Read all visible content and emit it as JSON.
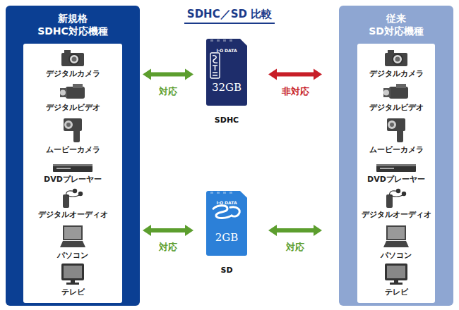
{
  "diagram": {
    "title": "SDHC／SD 比較",
    "nodes": [
      {
        "text": [
          "新規格 SDHC対応機種"
        ]
      },
      {
        "text": [
          "デジタルカメラ"
        ],
        "in": 0
      },
      {
        "text": [
          "デジタルビデオ"
        ],
        "in": 0
      },
      {
        "text": [
          "ムービーカメラ"
        ],
        "in": 0
      },
      {
        "text": [
          "DVDプレーヤー"
        ],
        "in": 0
      },
      {
        "text": [
          "デジタルオーディオ"
        ],
        "in": 0
      },
      {
        "text": [
          "パソコン"
        ],
        "in": 0
      },
      {
        "text": [
          "テレビ"
        ],
        "in": 0
      },
      {
        "text": [
          "従来 SD対応機種"
        ]
      },
      {
        "text": [
          "デジタルカメラ"
        ],
        "in": 8
      },
      {
        "text": [
          "デジタルビデオ"
        ],
        "in": 8
      },
      {
        "text": [
          "ムービーカメラ"
        ],
        "in": 8
      },
      {
        "text": [
          "DVDプレーヤー"
        ],
        "in": 8
      },
      {
        "text": [
          "デジタルオーディオ"
        ],
        "in": 8
      },
      {
        "text": [
          "パソコン"
        ],
        "in": 8
      },
      {
        "text": [
          "テレビ"
        ],
        "in": 8
      },
      {
        "text": [
          "SDHC",
          "I·O DATA",
          "32GB"
        ]
      },
      {
        "text": [
          "SD",
          "I·O DATA",
          "2GB"
        ]
      }
    ],
    "edges": [
      {
        "from": 0,
        "to": 16,
        "arrow": "both",
        "label": "対応"
      },
      {
        "from": 16,
        "to": 8,
        "arrow": "both",
        "label": "非対応"
      },
      {
        "from": 0,
        "to": 17,
        "arrow": "both",
        "label": "対応"
      },
      {
        "from": 17,
        "to": 8,
        "arrow": "both",
        "label": "対応"
      }
    ]
  }
}
